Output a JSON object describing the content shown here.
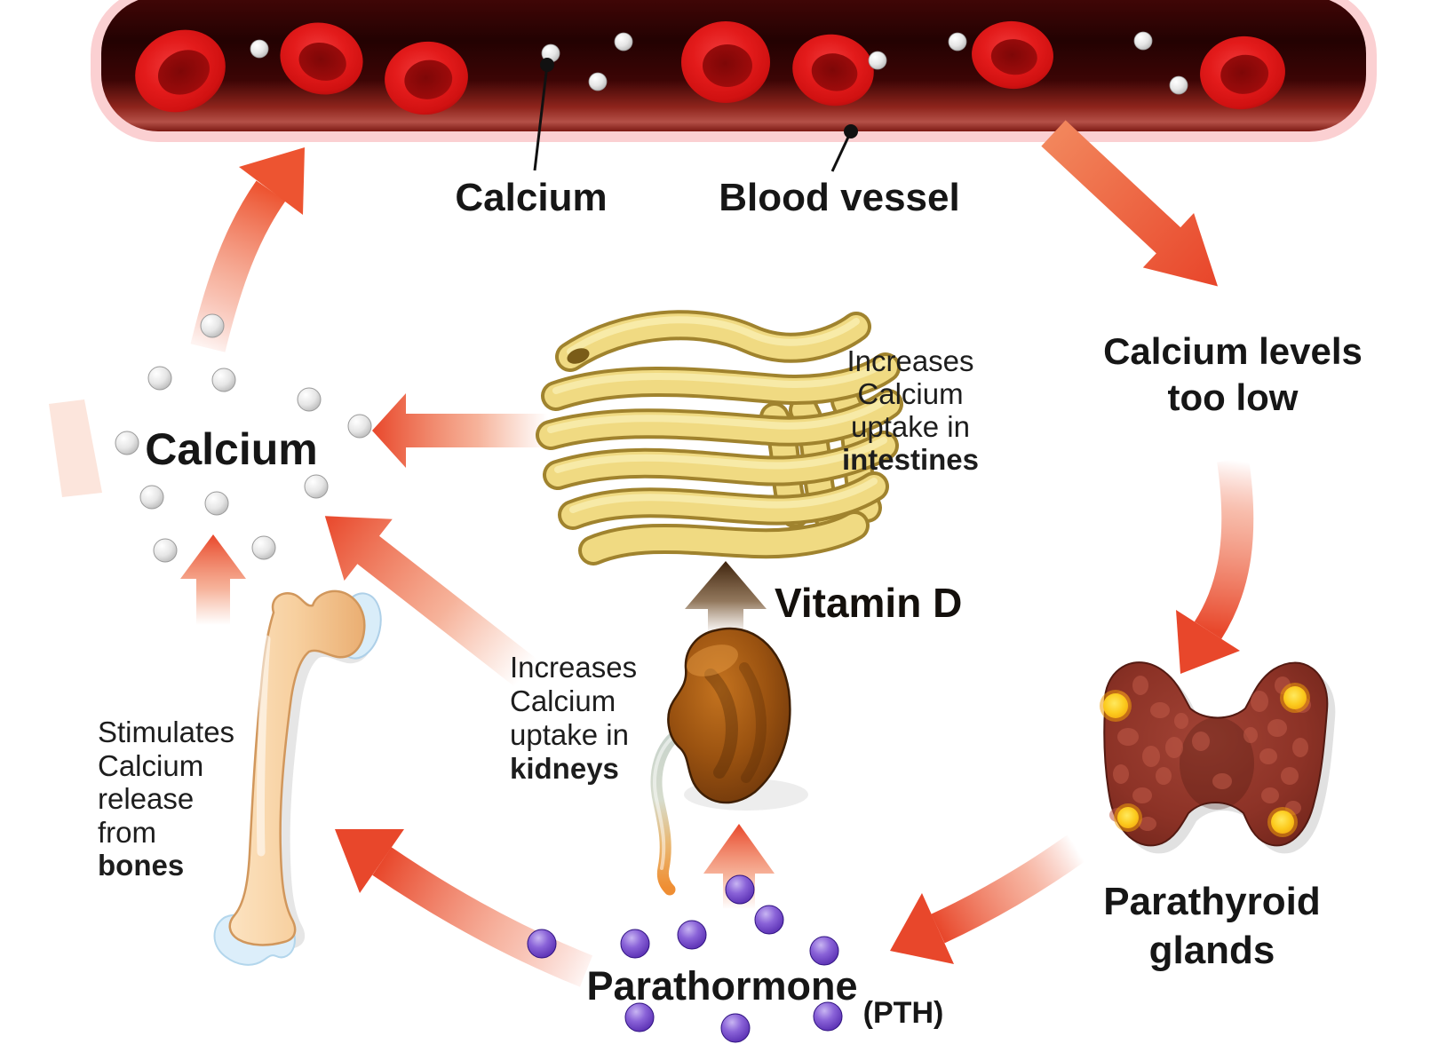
{
  "diagram": {
    "labels": {
      "calcium_top": "Calcium",
      "blood_vessel": "Blood vessel",
      "calcium_levels_line1": "Calcium levels",
      "calcium_levels_line2": "too low",
      "parathyroid_line1": "Parathyroid",
      "parathyroid_line2": "glands",
      "parathormone": "Parathormone",
      "pth": "(PTH)",
      "vitamin_d": "Vitamin D",
      "calcium_left": "Calcium"
    },
    "notes": {
      "intestines": {
        "lines": [
          "Increases",
          "Calcium",
          "uptake in"
        ],
        "bold": "intestines"
      },
      "kidneys": {
        "lines": [
          "Increases",
          "Calcium",
          "uptake in"
        ],
        "bold": "kidneys"
      },
      "bones": {
        "lines": [
          "Stimulates",
          "Calcium",
          "release",
          "from"
        ],
        "bold": "bones"
      }
    },
    "legend_flows": [
      {
        "from": "blood vessel",
        "to": "calcium levels too low"
      },
      {
        "from": "calcium levels too low",
        "to": "parathyroid glands"
      },
      {
        "from": "parathyroid glands",
        "to": "parathormone (PTH)"
      },
      {
        "from": "parathormone",
        "to": "bones"
      },
      {
        "from": "parathormone",
        "to": "kidneys"
      },
      {
        "from": "kidneys",
        "to": "intestines",
        "label": "Vitamin D"
      },
      {
        "from": "intestines",
        "to": "calcium"
      },
      {
        "from": "kidneys",
        "to": "calcium"
      },
      {
        "from": "bones",
        "to": "calcium"
      },
      {
        "from": "calcium",
        "to": "blood vessel"
      }
    ],
    "counts": {
      "red_blood_cells": 7,
      "calcium_ions_in_vessel": 8,
      "calcium_ions_released": 11,
      "pth_molecules": 9,
      "parathyroid_yellow_spots": 4
    },
    "colors": {
      "arrow_orange": "#e8472b",
      "vessel_pink": "#fbd0d2",
      "blood_dark": "#2a0303",
      "cell_red": "#e31b1b",
      "calcium_dot_gray": "#d9d9d9",
      "pth_purple": "#5c2fbf",
      "parathyroid_maroon": "#8c3226",
      "parathyroid_spot_yellow": "#fccb1e",
      "kidney_brown": "#9a5210",
      "intestine_yellow": "#efd87c",
      "bone_peach": "#f7cf9e",
      "cartilage_blue": "#d9edf9",
      "vitamin_d_brown": "#46280f"
    }
  }
}
